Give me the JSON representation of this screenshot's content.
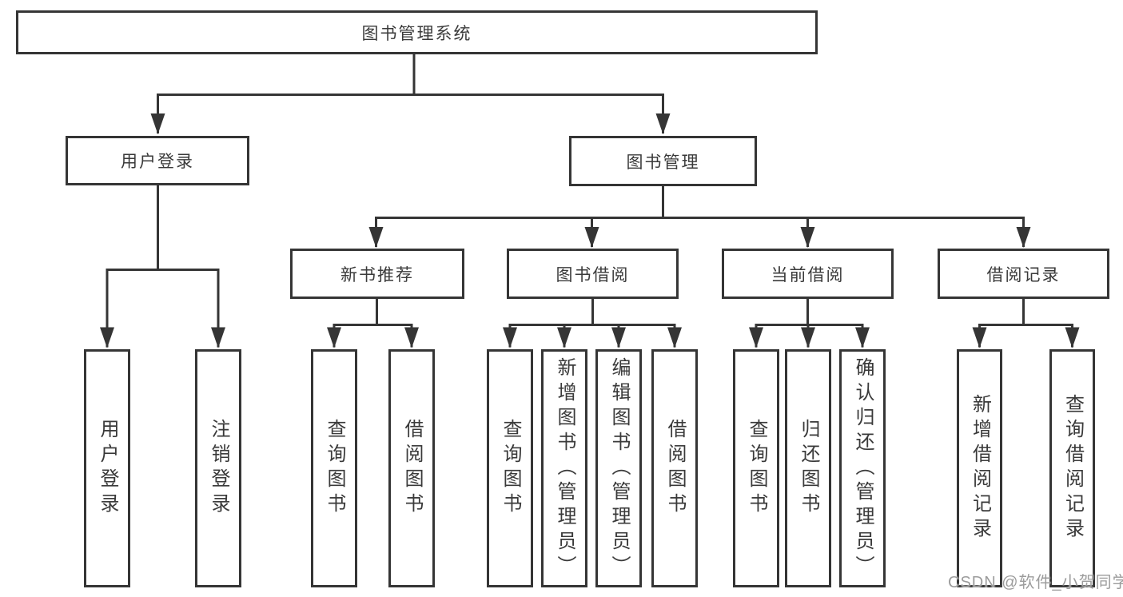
{
  "tree": {
    "root": {
      "label": "图书管理系统"
    },
    "level2": [
      {
        "label": "用户登录"
      },
      {
        "label": "图书管理"
      }
    ],
    "level3": [
      {
        "label": "新书推荐"
      },
      {
        "label": "图书借阅"
      },
      {
        "label": "当前借阅"
      },
      {
        "label": "借阅记录"
      }
    ],
    "leaves": {
      "user_login": [
        "用户登录",
        "注销登录"
      ],
      "new_books": [
        "查询图书",
        "借阅图书"
      ],
      "book_borrow": [
        "查询图书",
        "新增图书（管理员）",
        "编辑图书（管理员）",
        "借阅图书"
      ],
      "current_borrow": [
        "查询图书",
        "归还图书",
        "确认归还（管理员）"
      ],
      "borrow_records": [
        "新增借阅记录",
        "查询借阅记录"
      ]
    }
  },
  "watermark": "CSDN @软件_小贺同学",
  "colors": {
    "line": "#353535",
    "text": "#3a3a3a",
    "watermark": "#9c9c9c",
    "background": "#ffffff"
  }
}
